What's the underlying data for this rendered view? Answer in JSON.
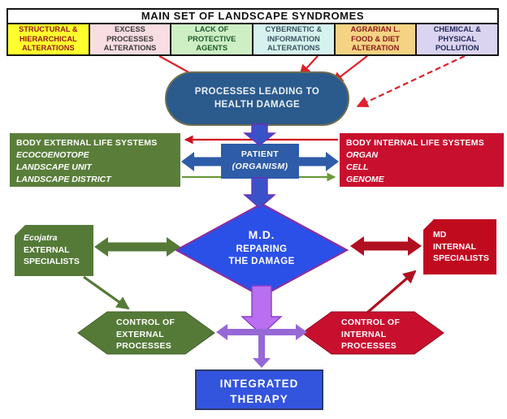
{
  "header": {
    "title": "MAIN SET OF LANDSCAPE SYNDROMES"
  },
  "syndromes": [
    {
      "line1": "STRUCTURAL &",
      "line2": "HIERARCHICAL",
      "line3": "ALTERATIONS",
      "bg": "#FFFF2E",
      "fg": "#9B1818"
    },
    {
      "line1": "EXCESS",
      "line2": "PROCESSES",
      "line3": "ALTERATIONS",
      "bg": "#F8DDE3",
      "fg": "#3A3A3A"
    },
    {
      "line1": "LACK OF",
      "line2": "PROTECTIVE",
      "line3": "AGENTS",
      "bg": "#CEEFC4",
      "fg": "#1C5A2E"
    },
    {
      "line1": "CYBERNETIC &",
      "line2": "INFORMATION",
      "line3": "ALTERATIONS",
      "bg": "#D6F2EE",
      "fg": "#3A5560"
    },
    {
      "line1": "AGRARIAN L.",
      "line2": "FOOD & DIET",
      "line3": "ALTERATION",
      "bg": "#F5D384",
      "fg": "#8B1A1A"
    },
    {
      "line1": "CHEMICAL &",
      "line2": "PHYSICAL",
      "line3": "POLLUTION",
      "bg": "#DBD4F0",
      "fg": "#23275A"
    }
  ],
  "processes_node": {
    "line1": "PROCESSES LEADING TO",
    "line2": "HEALTH DAMAGE"
  },
  "body_external": {
    "title": "BODY EXTERNAL LIFE SYSTEMS",
    "item1": "ECOCOENOTOPE",
    "item2": "LANDSCAPE UNIT",
    "item3": "LANDSCAPE DISTRICT"
  },
  "patient": {
    "line1": "PATIENT",
    "line2": "(ORGANISM)"
  },
  "body_internal": {
    "title": "BODY INTERNAL LIFE SYSTEMS",
    "item1": "ORGAN",
    "item2": "CELL",
    "item3": "GENOME"
  },
  "md_diamond": {
    "line1": "M.D.",
    "line2": "REPARING",
    "line3": "THE DAMAGE"
  },
  "ecojatra": {
    "name": "Ecojatra",
    "line2": "EXTERNAL",
    "line3": "SPECIALISTS"
  },
  "md_internal": {
    "line1": "MD",
    "line2": "INTERNAL",
    "line3": "SPECIALISTS"
  },
  "control_external": {
    "line1": "CONTROL OF",
    "line2": "EXTERNAL",
    "line3": "PROCESSES"
  },
  "control_internal": {
    "line1": "CONTROL OF",
    "line2": "INTERNAL",
    "line3": "PROCESSES"
  },
  "integrated_therapy": {
    "line1": "INTEGRATED",
    "line2": "THERAPY"
  },
  "colors": {
    "processes_bg": "#2B5A8C",
    "patient_bg": "#2E5CA8",
    "diamond_bg": "#2B50E8",
    "diamond_border": "#8B2FA0",
    "green_node": "#557A38",
    "body_green": "#5A7E3A",
    "red_node": "#C8102E",
    "bright_red_arrow": "#E0202A",
    "dark_red_arrow": "#B01020",
    "green_arrow": "#6B9A3A",
    "blue_arrow": "#3A52C8",
    "blue_arrow_border": "#6A30B8",
    "purple_thick_arrow": "#BA6EF0",
    "purple_cross_arrow": "#9668D6",
    "therapy_bg": "#3355DD"
  }
}
